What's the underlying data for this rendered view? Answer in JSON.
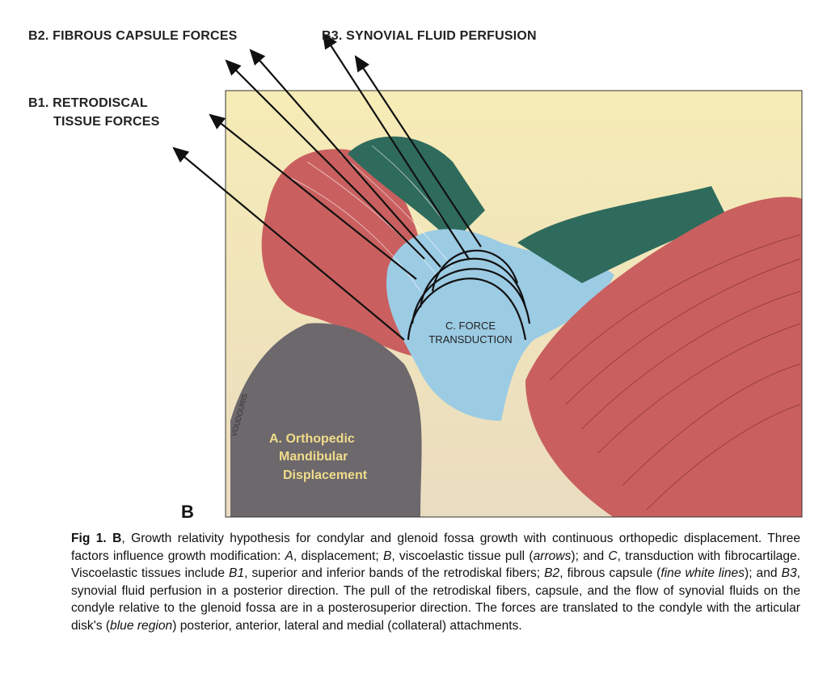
{
  "figure": {
    "labels": {
      "b2": "B2. FIBROUS CAPSULE FORCES",
      "b3": "B3. SYNOVIAL FLUID PERFUSION",
      "b1_line1": "B1. RETRODISCAL",
      "b1_line2": "TISSUE FORCES",
      "c_line1": "C. FORCE",
      "c_line2": "TRANSDUCTION",
      "a_line1": "A. Orthopedic",
      "a_line2": "Mandibular",
      "a_line3": "Displacement",
      "panel": "B",
      "signature": "VOUDOURIS"
    },
    "colors": {
      "background": "#f3e7b4",
      "muscle": "#c9605f",
      "disk": "#9ccbe4",
      "green": "#2f6b5d",
      "bone": "#6c686c"
    }
  },
  "caption": {
    "fig": "Fig 1. B",
    "t1": ", Growth relativity hypothesis for condylar and glenoid fossa growth with continuous orthopedic displacement. Three factors influence growth modification: ",
    "A": "A",
    "t2": ", displacement; ",
    "B": "B",
    "t3": ", viscoelastic tissue pull (",
    "arrows": "arrows",
    "t4": "); and ",
    "C": "C",
    "t5": ", transduction with fibrocartilage. Viscoelastic tissues include ",
    "B1": "B1",
    "t6": ", superior and inferior bands of the retrodiskal fibers; ",
    "B2": "B2",
    "t7": ", fibrous capsule (",
    "fine": "fine white lines",
    "t8": "); and ",
    "B3": "B3",
    "t9": ", synovial fluid perfusion in a posterior direction. The pull of the retrodiskal fibers, capsule, and the flow of synovial fluids on the condyle relative to the glenoid fossa are in a posterosuperior direction. The forces are translated to the condyle with the articular disk's (",
    "blue": "blue region",
    "t10": ") posterior, anterior, lateral and medial (collateral) attachments."
  }
}
